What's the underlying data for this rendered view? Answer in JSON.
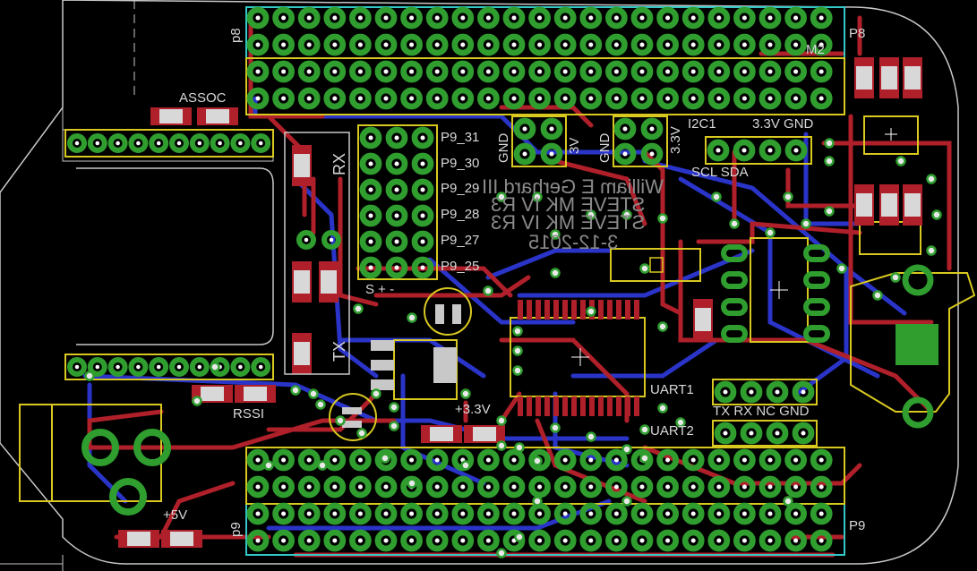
{
  "labels": {
    "p8": "P8",
    "p9": "P9",
    "p8_mir": "p8",
    "p9_mir": "p9",
    "assoc": "ASSOC",
    "rssi": "RSSI",
    "tx": "TX",
    "rx": "RX",
    "p9_31": "P9_31",
    "p9_30": "P9_30",
    "p9_29": "P9_29",
    "p9_28": "P9_28",
    "p9_27": "P9_27",
    "p9_25": "P9_25",
    "i2c1": "I2C1",
    "v33_gnd": "3.3V GND",
    "scl_sda": "SCL SDA",
    "gnd1": "GND",
    "v3_1": "3V",
    "gnd2": "GND",
    "v33": "3.3V",
    "s_plus_minus": "S  +  -",
    "uart1": "UART1",
    "uart2": "UART2",
    "tx_rx_nc_gnd": "TX RX NC GND",
    "v33b": "+3.3V",
    "v5": "+5V",
    "m2": "M2"
  },
  "mirrored_text": {
    "line1": "William E Gerhard III",
    "line2": "STEVE MK IV R3",
    "line3": "STEVE MK IV R3",
    "line4": "3-12-2015"
  },
  "colors": {
    "background": "#000000",
    "top_copper": "#b0202a",
    "bottom_copper": "#2a34c8",
    "pad": "#2f9e2f",
    "silk": "#d8d8d8",
    "outline": "#c8c8c8",
    "header_outline": "#35c8c8",
    "part_outline": "#d8c820"
  },
  "headers": {
    "p8_rows": 4,
    "p9_rows": 4,
    "cols": 23
  }
}
